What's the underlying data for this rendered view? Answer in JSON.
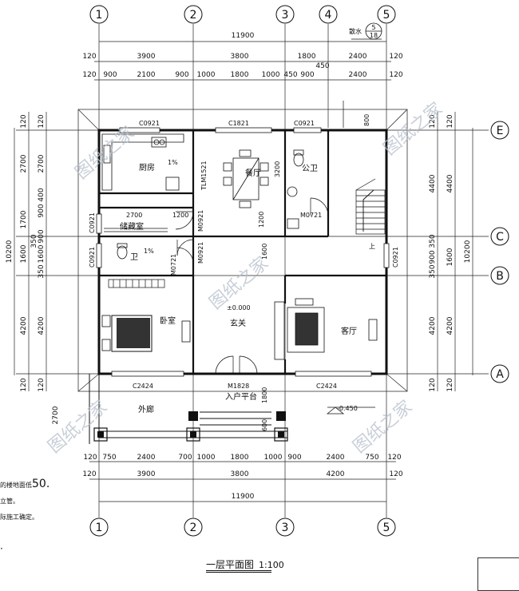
{
  "title": "一层平面图",
  "scale": "1:100",
  "notes": {
    "line1_text": "的楼地面低",
    "line1_num": "50.",
    "line2": "立管。",
    "line3": "际施工确定。",
    "line4": "·"
  },
  "watermark": "图纸之家",
  "axes": {
    "vertical": [
      "1",
      "2",
      "3",
      "4",
      "5"
    ],
    "horizontal": [
      "A",
      "B",
      "C",
      "E"
    ]
  },
  "index_mark": {
    "label": "散水",
    "top": "5",
    "bottom": "18"
  },
  "dims_top": {
    "total": "11900",
    "row2": [
      "120",
      "3900",
      "3800",
      "1800",
      "2400",
      "120"
    ],
    "row3": [
      "120",
      "900",
      "2100",
      "900",
      "1000",
      "1800",
      "1000",
      "450",
      "900",
      "2400",
      "120"
    ],
    "extra": "450"
  },
  "dims_bottom": {
    "row1": [
      "120",
      "750",
      "2400",
      "700",
      "1000",
      "1800",
      "1000",
      "900",
      "2400",
      "750",
      "120"
    ],
    "row2": [
      "120",
      "3900",
      "3800",
      "4200",
      "120"
    ],
    "total": "11900"
  },
  "dims_left": {
    "outer": [
      "120",
      "2700",
      "1700",
      "1600",
      "4200",
      "120"
    ],
    "total": "10200",
    "inner": [
      "120",
      "2700",
      "900",
      "400",
      "1600",
      "350",
      "900",
      "350",
      "4200",
      "120"
    ],
    "porch": "2700"
  },
  "dims_right": {
    "outer": [
      "120",
      "4400",
      "1600",
      "4200",
      "120"
    ],
    "total": "10200",
    "inner": [
      "120",
      "4400",
      "350",
      "900",
      "350",
      "4200",
      "120"
    ]
  },
  "rooms": {
    "kitchen": "厨房",
    "dining": "餐厅",
    "toilet_public": "公卫",
    "storage": "储藏室",
    "bath": "卫",
    "bedroom": "卧室",
    "foyer": "玄关",
    "living": "客厅",
    "porch": "外廊",
    "entry": "入户平台"
  },
  "labels": {
    "c0921_a": "C0921",
    "c1821": "C1821",
    "c0921_b": "C0921",
    "tlm1521": "TLM1521",
    "m0721_a": "M0721",
    "m0721_b": "M0721",
    "m0921_a": "M0921",
    "m0921_b": "M0921",
    "c0921_left1": "C0921",
    "c0921_left2": "C0921",
    "c0921_right": "C0921",
    "c2424_left": "C2424",
    "c2424_right": "C2424",
    "m1828": "M1828",
    "level_000": "±0.000",
    "level_neg": "-0.450",
    "up": "上",
    "d2700": "2700",
    "d1200a": "1200",
    "d1200b": "1200",
    "d3200": "3200",
    "d1600": "1600",
    "d800": "800",
    "d600": "600",
    "d1800": "1800",
    "pct1": "1%",
    "pct2": "1%"
  }
}
